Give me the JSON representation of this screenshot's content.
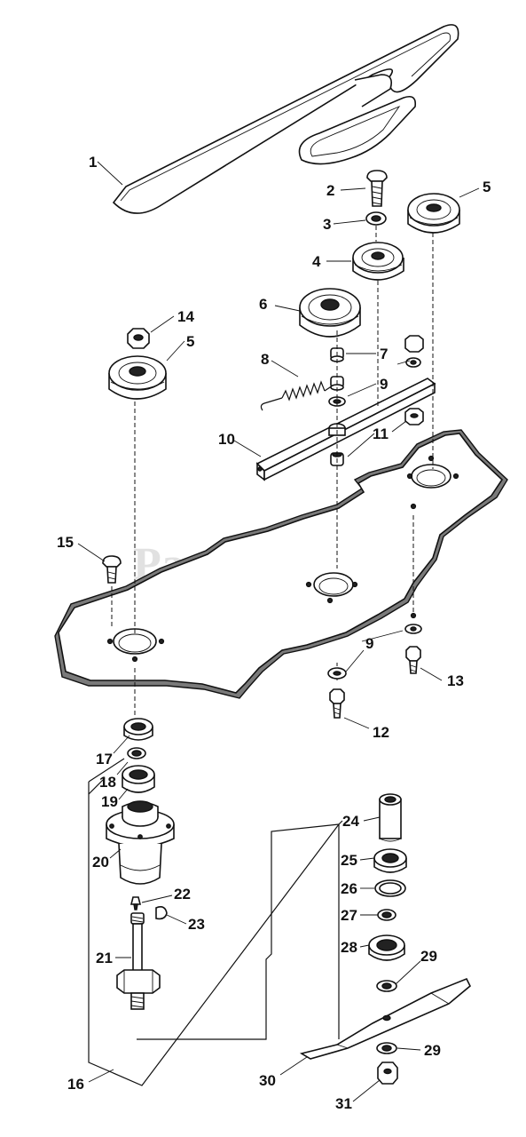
{
  "watermark": {
    "text": "PartsTree",
    "tm": "TM"
  },
  "callouts": {
    "c1": "1",
    "c2": "2",
    "c3": "3",
    "c4": "4",
    "c5a": "5",
    "c5b": "5",
    "c6": "6",
    "c7": "7",
    "c8": "8",
    "c9a": "9",
    "c9b": "9",
    "c10": "10",
    "c11": "11",
    "c12": "12",
    "c13": "13",
    "c14": "14",
    "c15": "15",
    "c16": "16",
    "c17": "17",
    "c18": "18",
    "c19": "19",
    "c20": "20",
    "c21": "21",
    "c22": "22",
    "c23": "23",
    "c24": "24",
    "c25": "25",
    "c26": "26",
    "c27": "27",
    "c28": "28",
    "c29a": "29",
    "c29b": "29",
    "c30": "30",
    "c31": "31"
  }
}
